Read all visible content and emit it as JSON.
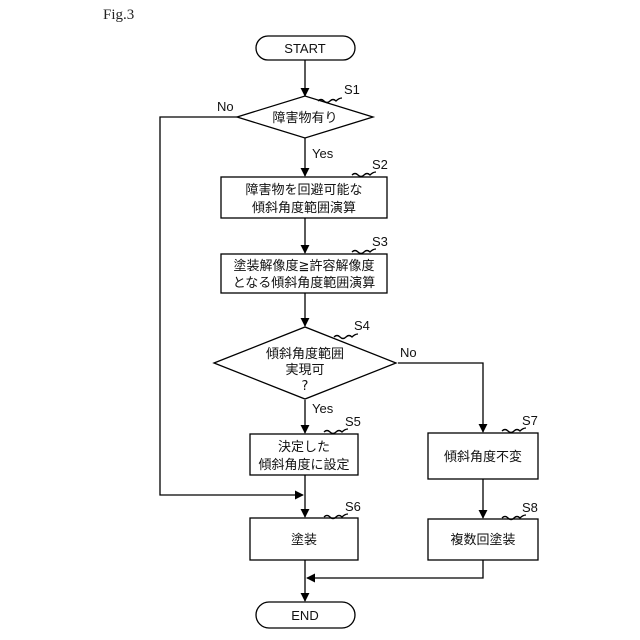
{
  "figure_label": "Fig.3",
  "terminals": {
    "start": "START",
    "end": "END"
  },
  "steps": {
    "s1": {
      "id": "S1",
      "lines": [
        "障害物有り"
      ]
    },
    "s2": {
      "id": "S2",
      "lines": [
        "障害物を回避可能な",
        "傾斜角度範囲演算"
      ]
    },
    "s3": {
      "id": "S3",
      "lines": [
        "塗装解像度≧許容解像度",
        "となる傾斜角度範囲演算"
      ]
    },
    "s4": {
      "id": "S4",
      "lines": [
        "傾斜角度範囲",
        "実現可",
        "?"
      ]
    },
    "s5": {
      "id": "S5",
      "lines": [
        "決定した",
        "傾斜角度に設定"
      ]
    },
    "s6": {
      "id": "S6",
      "lines": [
        "塗装"
      ]
    },
    "s7": {
      "id": "S7",
      "lines": [
        "傾斜角度不変"
      ]
    },
    "s8": {
      "id": "S8",
      "lines": [
        "複数回塗装"
      ]
    }
  },
  "edge_labels": {
    "s1_no": "No",
    "s1_yes": "Yes",
    "s4_no": "No",
    "s4_yes": "Yes"
  }
}
